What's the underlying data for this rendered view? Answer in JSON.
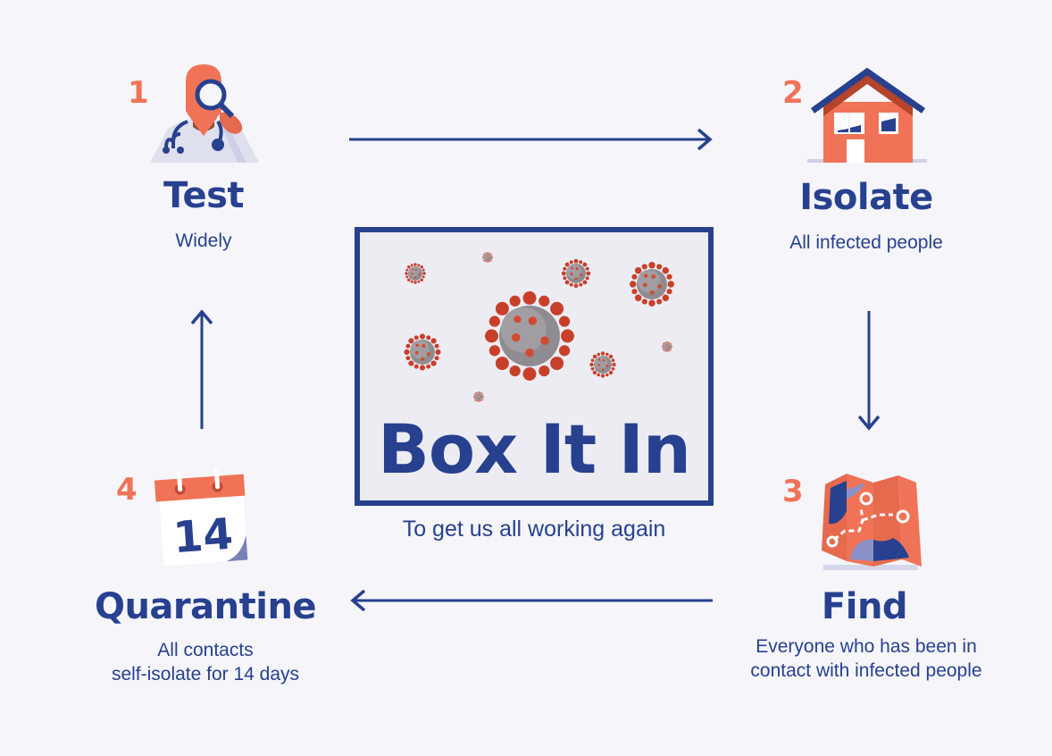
{
  "colors": {
    "background": "#f5f5fa",
    "navy": "#27418f",
    "orange": "#f07357",
    "box_fill": "#edecf3"
  },
  "steps": [
    {
      "number": "1",
      "title": "Test",
      "description": "Widely",
      "icon": "doctor-magnifier-icon"
    },
    {
      "number": "2",
      "title": "Isolate",
      "description": "All infected people",
      "icon": "house-icon"
    },
    {
      "number": "3",
      "title": "Find",
      "description_line1": "Everyone who has been in",
      "description_line2": "contact with infected people",
      "icon": "map-icon"
    },
    {
      "number": "4",
      "title": "Quarantine",
      "description_line1": "All contacts",
      "description_line2": "self-isolate for 14 days",
      "icon": "calendar-icon",
      "calendar_day": "14"
    }
  ],
  "center": {
    "title": "Box It In",
    "subtitle": "To get us all working again",
    "icon": "virus-icon"
  },
  "arrows": [
    {
      "from": "Test",
      "to": "Isolate",
      "direction": "right"
    },
    {
      "from": "Isolate",
      "to": "Find",
      "direction": "down"
    },
    {
      "from": "Find",
      "to": "Quarantine",
      "direction": "left"
    },
    {
      "from": "Quarantine",
      "to": "Test",
      "direction": "up"
    }
  ]
}
